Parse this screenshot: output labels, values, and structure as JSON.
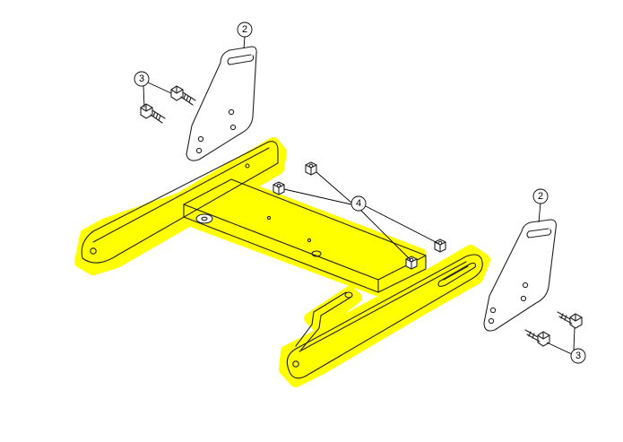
{
  "callouts": [
    {
      "id": "c2a",
      "label": "2"
    },
    {
      "id": "c3a",
      "label": "3"
    },
    {
      "id": "c4",
      "label": "4"
    },
    {
      "id": "c2b",
      "label": "2"
    },
    {
      "id": "c3b",
      "label": "3"
    }
  ],
  "colors": {
    "highlight": "#ffff00",
    "line": "#222222"
  }
}
